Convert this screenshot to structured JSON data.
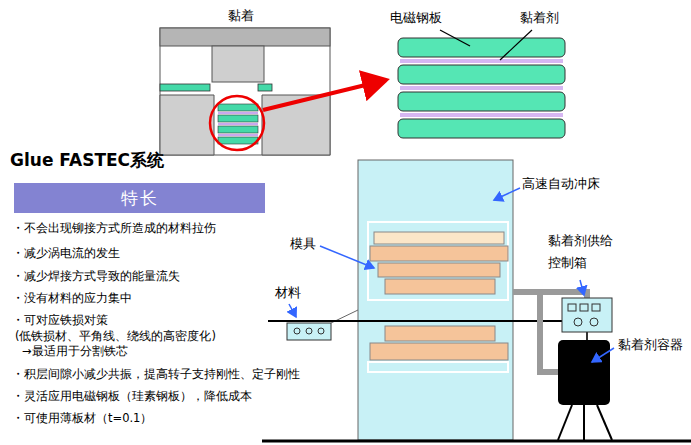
{
  "diagram": {
    "title": "Glue FASTEC系统",
    "nodes": [
      {
        "text": [
          "特长"
        ]
      }
    ],
    "labels": [
      "黏着",
      "电磁钢板",
      "黏着剂",
      "高速自动冲床",
      "模具",
      "材料",
      "・不会出现铆接方式所造成的材料拉伤",
      "・减少涡电流的发生",
      "・减少焊接方式导致的能量流失",
      "・没有材料的应力集中",
      "・可对应铁损对策",
      "(低铁损材、平角线、绕线的高密度化)",
      "→最适用于分割铁芯",
      "・积层间隙小减少共振，提高转子支持刚性、定子刚性",
      "・灵活应用电磁钢板（珪素钢板），降低成本",
      "・可使用薄板材（t=0.1）",
      "黏着剂供给 控制箱",
      "黏着剂容器"
    ]
  }
}
